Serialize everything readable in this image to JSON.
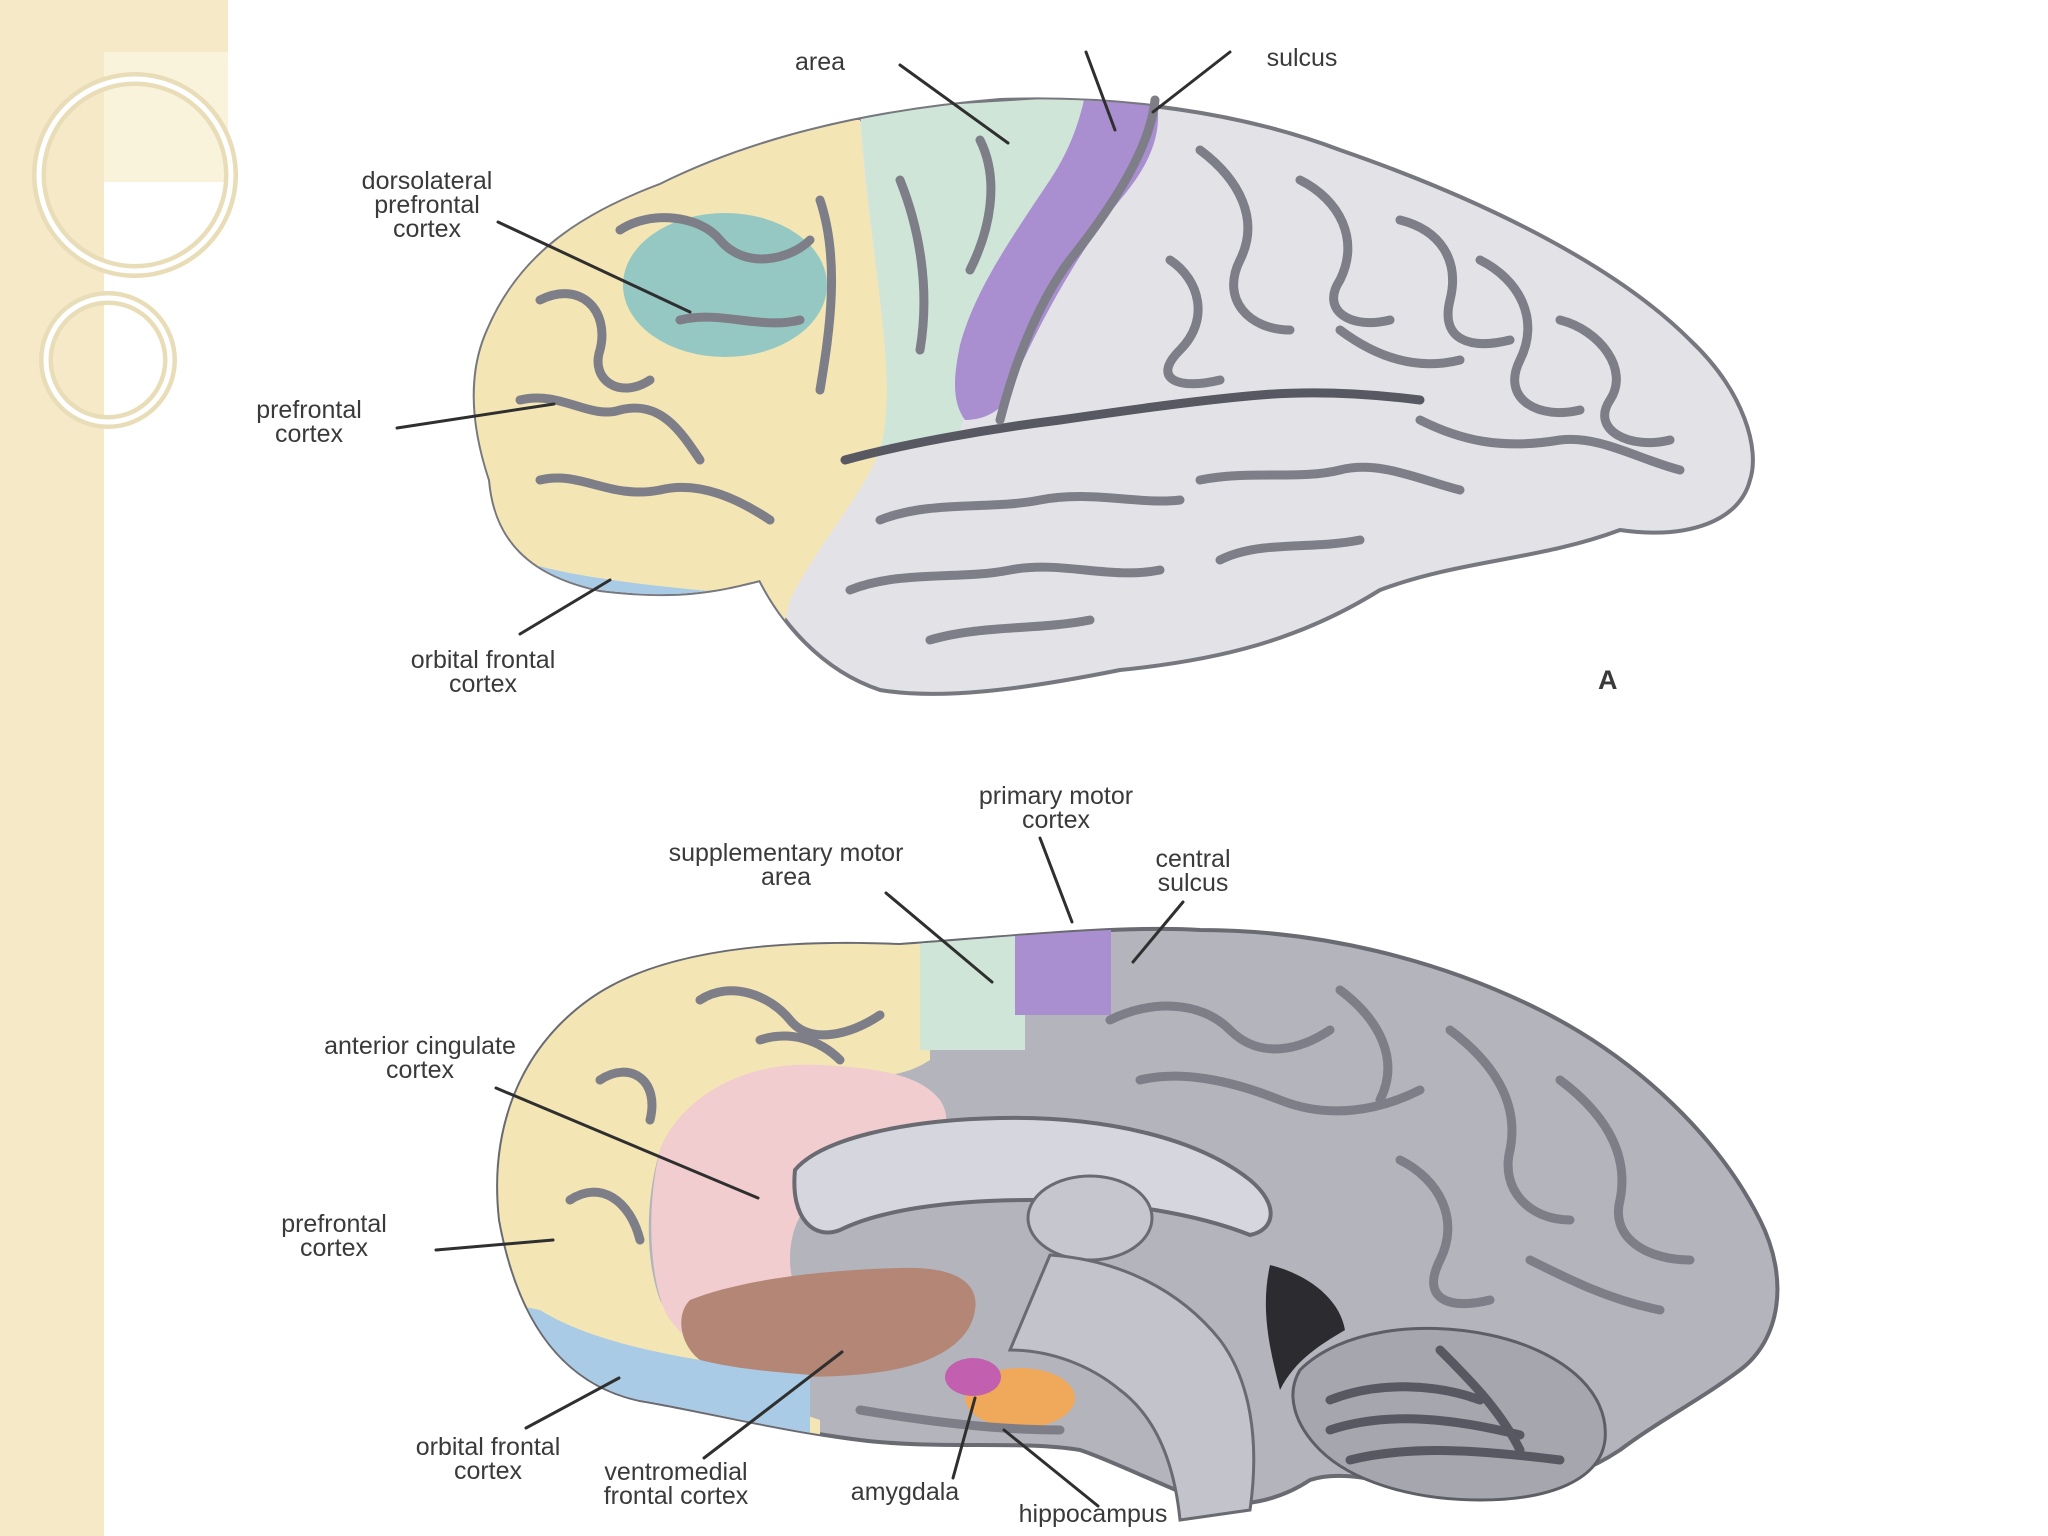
{
  "panel_a": {
    "panel_letter": "A",
    "labels": {
      "top_area_partial": "area",
      "top_sulcus_partial": "sulcus",
      "dorsolateral_prefrontal_cortex": [
        "dorsolateral",
        "prefrontal",
        "cortex"
      ],
      "prefrontal_cortex": [
        "prefrontal",
        "cortex"
      ],
      "orbital_frontal_cortex": [
        "orbital frontal",
        "cortex"
      ]
    }
  },
  "panel_b": {
    "labels": {
      "primary_motor_cortex": [
        "primary motor",
        "cortex"
      ],
      "supplementary_motor_area": [
        "supplementary motor",
        "area"
      ],
      "central_sulcus": [
        "central",
        "sulcus"
      ],
      "anterior_cingulate_cortex": [
        "anterior cingulate",
        "cortex"
      ],
      "prefrontal_cortex": [
        "prefrontal",
        "cortex"
      ],
      "orbital_frontal_cortex": [
        "orbital frontal",
        "cortex"
      ],
      "ventromedial_frontal_cortex": [
        "ventromedial",
        "frontal cortex"
      ],
      "amygdala": "amygdala",
      "hippocampus": "hippocampus"
    }
  },
  "colors": {
    "prefrontal": "#f3e6b4",
    "dorsolateral": "#8fc6c4",
    "motor_area": "#cfe5d8",
    "primary_motor": "#a98fd0",
    "orbital": "#a9cbe6",
    "anterior_cingulate": "#f1cdd0",
    "ventromedial": "#b38676",
    "amygdala": "#c25fae",
    "hippocampus": "#f0a85a",
    "cortex_lateral": "#e2e2e7",
    "cortex_medial": "#b4b4bc",
    "slide_border": "#f5e9c8"
  }
}
